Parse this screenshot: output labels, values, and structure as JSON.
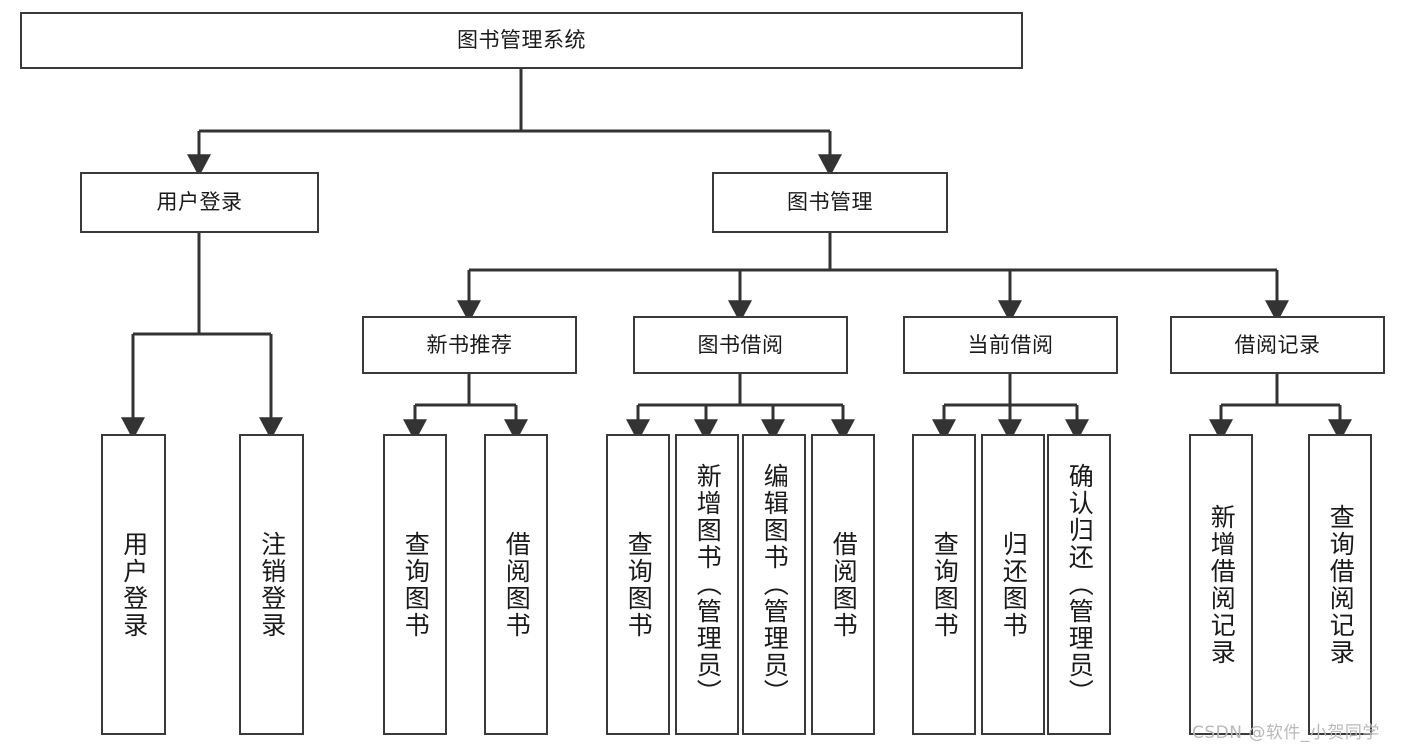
{
  "diagram": {
    "type": "tree-hierarchy",
    "title": "图书管理系统",
    "watermark": "CSDN @软件_小贺同学",
    "colors": {
      "background": "#ffffff",
      "box_border": "#3a3a3a",
      "box_fill": "#ffffff",
      "connector": "#333333",
      "text": "#1a1a1a",
      "watermark": "#b9b9b9"
    },
    "nodes": {
      "root": {
        "label": "图书管理系统",
        "level": 0
      },
      "l1": [
        {
          "label": "用户登录",
          "level": 1
        },
        {
          "label": "图书管理",
          "level": 1
        }
      ],
      "l2": [
        {
          "label": "新书推荐",
          "level": 2
        },
        {
          "label": "图书借阅",
          "level": 2
        },
        {
          "label": "当前借阅",
          "level": 2
        },
        {
          "label": "借阅记录",
          "level": 2
        }
      ],
      "leaves_user_login": [
        {
          "label": "用户登录",
          "level": 2
        },
        {
          "label": "注销登录",
          "level": 2
        }
      ],
      "leaves_new_books": [
        {
          "label": "查询图书",
          "level": 3
        },
        {
          "label": "借阅图书",
          "level": 3
        }
      ],
      "leaves_borrow": [
        {
          "label": "查询图书",
          "level": 3
        },
        {
          "label": "新增图书（管理员）",
          "level": 3
        },
        {
          "label": "编辑图书（管理员）",
          "level": 3
        },
        {
          "label": "借阅图书",
          "level": 3
        }
      ],
      "leaves_current": [
        {
          "label": "查询图书",
          "level": 3
        },
        {
          "label": "归还图书",
          "level": 3
        },
        {
          "label": "确认归还（管理员）",
          "level": 3
        }
      ],
      "leaves_records": [
        {
          "label": "新增借阅记录",
          "level": 3
        },
        {
          "label": "查询借阅记录",
          "level": 3
        }
      ]
    }
  }
}
